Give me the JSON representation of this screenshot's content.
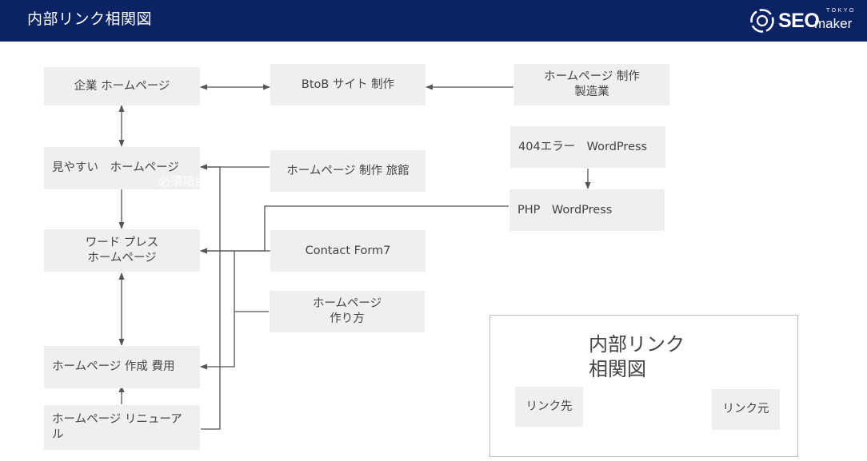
{
  "header": {
    "title": "内部リンク相関図",
    "logo": {
      "main": "SEO",
      "sub": "maker",
      "tagline": "TOKYO"
    }
  },
  "nodes": {
    "corporate_homepage": "企業 ホームページ",
    "btob_site": "BtoB サイト 制作",
    "homepage_manufacturing": "ホームページ 制作\n製造業",
    "easy_to_read_homepage": "見やすい　ホームページ",
    "homepage_ryokan": "ホームページ 制作 旅館",
    "error_404_wordpress": "404エラー　WordPress",
    "php_wordpress": "PHP　WordPress",
    "wordpress_homepage": "ワード プレス\nホームページ",
    "contact_form7": "Contact Form7",
    "how_to_make_homepage": "ホームページ\n作り方",
    "homepage_cost": "ホームページ 作成 費用",
    "homepage_renewal": "ホームページ リニューア\nル"
  },
  "watermark": "必須項目",
  "legend": {
    "title": "内部リンク\n相関図",
    "target_label": "リンク先",
    "source_label": "リンク元"
  },
  "colors": {
    "header_bg": "#0b2265",
    "node_bg": "#efefef",
    "line": "#555555",
    "legend_border": "#bdbdbd"
  }
}
